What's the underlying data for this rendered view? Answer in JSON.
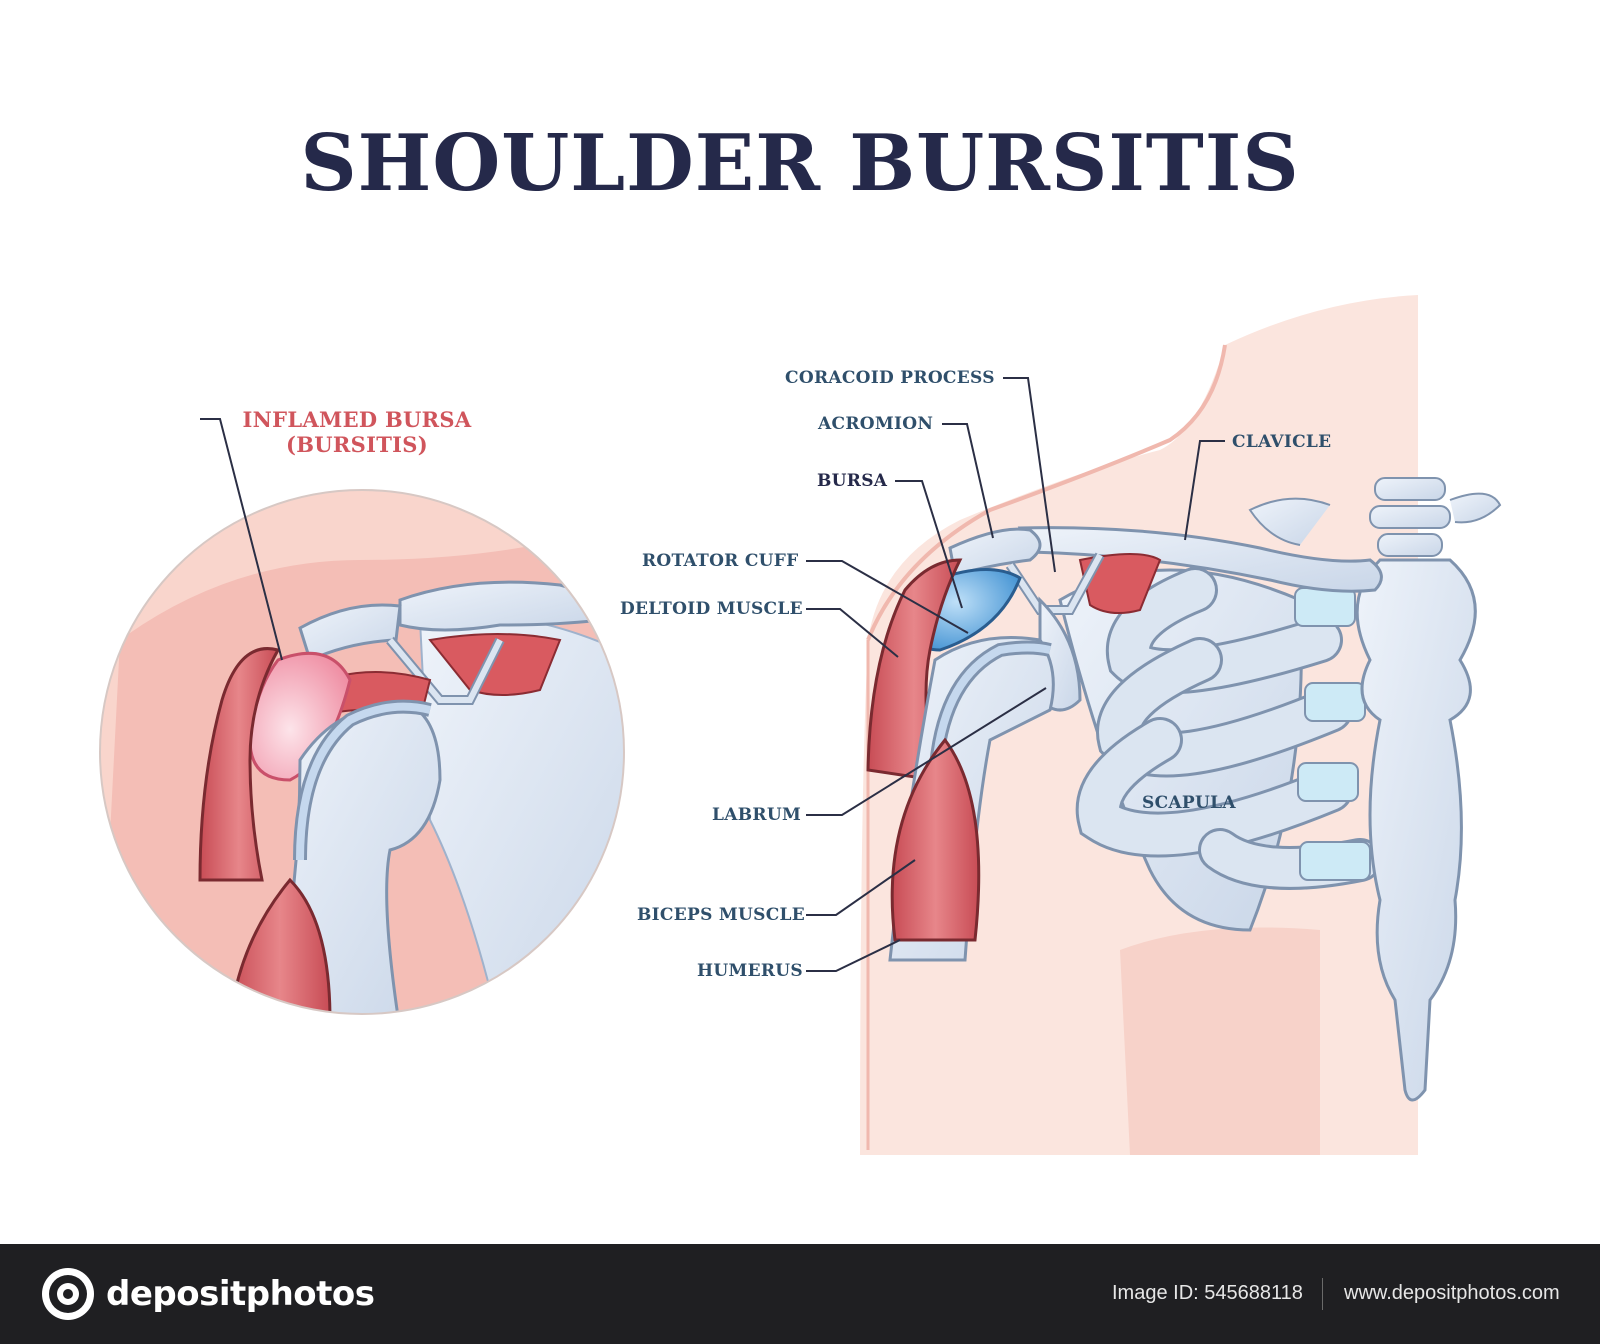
{
  "title": "SHOULDER BURSITIS",
  "inset": {
    "label_line1": "INFLAMED BURSA",
    "label_line2": "(BURSITIS)"
  },
  "labels": {
    "coracoid_process": "CORACOID PROCESS",
    "acromion": "ACROMION",
    "clavicle": "CLAVICLE",
    "bursa": "BURSA",
    "rotator_cuff": "ROTATOR CUFF",
    "deltoid_muscle": "DELTOID MUSCLE",
    "labrum": "LABRUM",
    "scapula": "SCAPULA",
    "biceps_muscle": "BICEPS MUSCLE",
    "humerus": "HUMERUS"
  },
  "footer": {
    "brand": "depositphotos",
    "image_id": "Image ID: 545688118",
    "url": "www.depositphotos.com"
  },
  "colors": {
    "title": "#25294a",
    "highlight_label": "#d0555c",
    "label": "#2f4f6b",
    "bone": "#dde6f2",
    "muscle": "#d9646a",
    "inflamed_bursa": "#f3a9b8",
    "bursa": "#5fa8e0",
    "skin": "#f8d6cf"
  }
}
